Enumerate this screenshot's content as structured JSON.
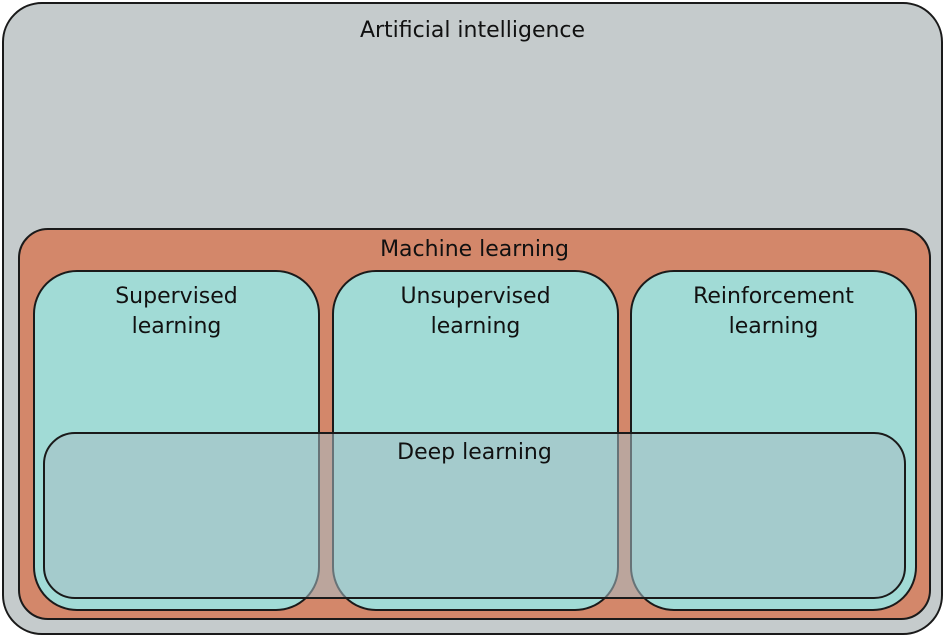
{
  "diagram": {
    "ai": {
      "label": "Artificial intelligence",
      "color": "#c5cbcc"
    },
    "ml": {
      "label": "Machine learning",
      "color": "#d3876a"
    },
    "categories": [
      {
        "label": "Supervised\nlearning",
        "color": "#a1dbd6"
      },
      {
        "label": "Unsupervised\nlearning",
        "color": "#a1dbd6"
      },
      {
        "label": "Reinforcement\nlearning",
        "color": "#a1dbd6"
      }
    ],
    "dl": {
      "label": "Deep learning",
      "color": "rgba(168, 190, 196, 0.55)"
    },
    "border_color": "#1a1a1a"
  }
}
